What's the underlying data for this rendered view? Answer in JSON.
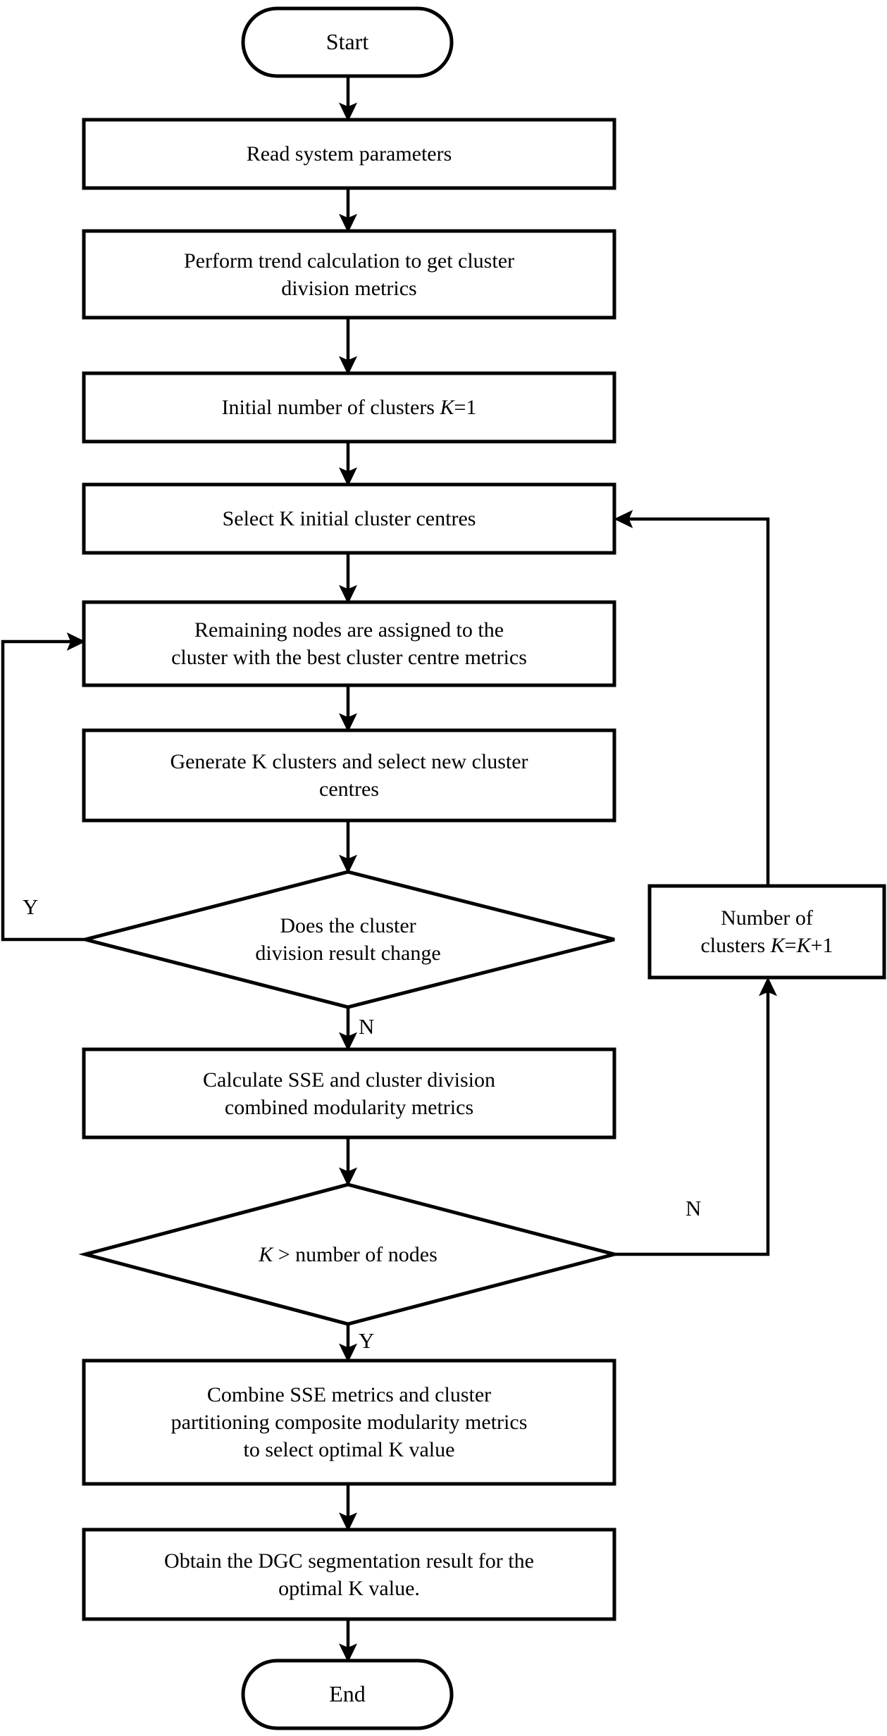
{
  "diagram": {
    "title": "DGC clustering algorithm flowchart",
    "type": "flowchart",
    "stroke_color": "#000000",
    "fill_color": "#ffffff",
    "background_color": "#ffffff"
  },
  "nodes": {
    "start": {
      "label": "Start",
      "shape": "terminator"
    },
    "read_params": {
      "label": "Read system parameters",
      "shape": "process"
    },
    "trend_calc": {
      "label": "Perform trend calculation to get cluster\ndivision metrics",
      "shape": "process"
    },
    "init_k": {
      "label_pre": "Initial number of clusters ",
      "label_var": "K",
      "label_post": "=1",
      "shape": "process"
    },
    "select_centres": {
      "label": "Select K initial cluster centres",
      "shape": "process"
    },
    "assign_nodes": {
      "label": "Remaining nodes are assigned to the\ncluster with the best cluster centre metrics",
      "shape": "process"
    },
    "generate_clusters": {
      "label": "Generate K clusters and select new cluster\ncentres",
      "shape": "process"
    },
    "decision_change": {
      "label": "Does the cluster\ndivision result change",
      "shape": "decision"
    },
    "increment_k": {
      "label_pre": "Number of\nclusters ",
      "label_var1": "K",
      "label_eq": "=",
      "label_var2": "K",
      "label_post": "+1",
      "shape": "process"
    },
    "calc_sse": {
      "label": "Calculate SSE and cluster division\ncombined modularity metrics",
      "shape": "process"
    },
    "decision_k_nodes": {
      "label_var": "K",
      "label_post": " > number of nodes",
      "shape": "decision"
    },
    "combine_metrics": {
      "label": "Combine SSE metrics and cluster\npartitioning composite modularity metrics\nto select optimal K value",
      "shape": "process"
    },
    "obtain_result": {
      "label": "Obtain the DGC segmentation result for the\noptimal K value.",
      "shape": "process"
    },
    "end": {
      "label": "End",
      "shape": "terminator"
    }
  },
  "edge_labels": {
    "change_yes": "Y",
    "change_no": "N",
    "k_nodes_no": "N",
    "k_nodes_yes": "Y"
  },
  "edges": [
    {
      "from": "start",
      "to": "read_params",
      "label": ""
    },
    {
      "from": "read_params",
      "to": "trend_calc",
      "label": ""
    },
    {
      "from": "trend_calc",
      "to": "init_k",
      "label": ""
    },
    {
      "from": "init_k",
      "to": "select_centres",
      "label": ""
    },
    {
      "from": "select_centres",
      "to": "assign_nodes",
      "label": ""
    },
    {
      "from": "assign_nodes",
      "to": "generate_clusters",
      "label": ""
    },
    {
      "from": "generate_clusters",
      "to": "decision_change",
      "label": ""
    },
    {
      "from": "decision_change",
      "to": "assign_nodes",
      "label": "Y"
    },
    {
      "from": "decision_change",
      "to": "calc_sse",
      "label": "N"
    },
    {
      "from": "calc_sse",
      "to": "decision_k_nodes",
      "label": ""
    },
    {
      "from": "decision_k_nodes",
      "to": "increment_k",
      "label": "N"
    },
    {
      "from": "increment_k",
      "to": "select_centres",
      "label": ""
    },
    {
      "from": "decision_k_nodes",
      "to": "combine_metrics",
      "label": "Y"
    },
    {
      "from": "combine_metrics",
      "to": "obtain_result",
      "label": ""
    },
    {
      "from": "obtain_result",
      "to": "end",
      "label": ""
    }
  ]
}
